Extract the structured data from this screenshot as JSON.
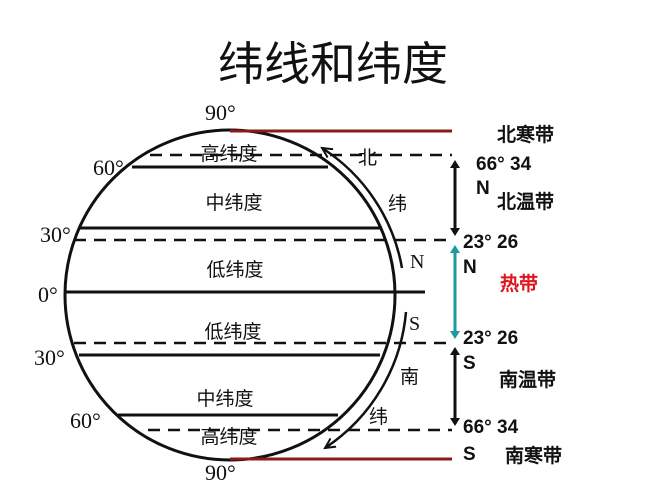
{
  "title": "纬线和纬度",
  "latitude_labels": {
    "n90": "90°",
    "n60": "60°",
    "n30": "30°",
    "eq": "0°",
    "s30": "30°",
    "s60": "60°",
    "s90": "90°"
  },
  "zones": {
    "north_high": "高纬度",
    "north_mid": "中纬度",
    "north_low": "低纬度",
    "south_low": "低纬度",
    "south_mid": "中纬度",
    "south_high": "高纬度"
  },
  "arc_labels": {
    "north_char1": "北",
    "north_char2": "纬",
    "north_letter": "N",
    "south_letter": "S",
    "south_char1": "南",
    "south_char2": "纬"
  },
  "boundaries": {
    "n66_value": "66° 34",
    "n66_hemi": "N",
    "n23_value": "23° 26",
    "n23_hemi": "N",
    "s23_value": "23° 26",
    "s23_hemi": "S",
    "s66_value": "66° 34",
    "s66_hemi": "S"
  },
  "belts": {
    "north_frigid": "北寒带",
    "north_temperate": "北温带",
    "torrid": "热带",
    "south_temperate": "南温带",
    "south_frigid": "南寒带"
  },
  "colors": {
    "polar_line": "#8b1a1a",
    "torrid_arrow": "#1a9a9a",
    "torrid_text": "#e0141e",
    "ink": "#111111"
  }
}
